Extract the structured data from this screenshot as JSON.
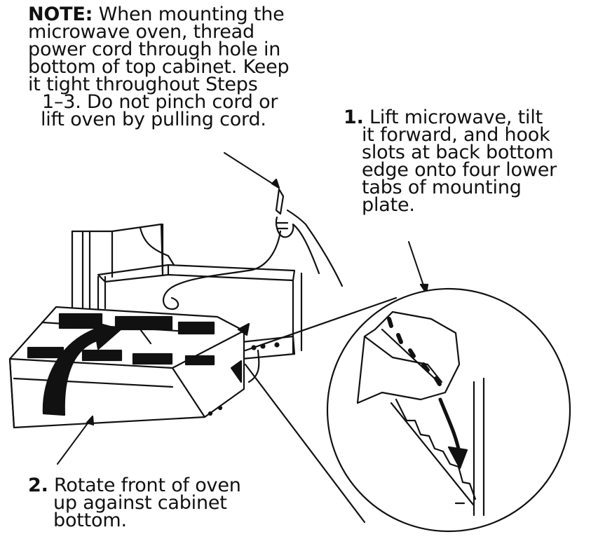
{
  "note": {
    "label": "NOTE:",
    "lines": [
      " When mounting the",
      "microwave oven, thread",
      "power cord through    hole in",
      "bottom of top cabinet. Keep",
      "it tight throughout Steps",
      " 1–3. Do not pinch cord or",
      " lift oven by pulling cord."
    ]
  },
  "step1": {
    "number": "1.",
    "lines": [
      " Lift microwave, tilt",
      "it forward, and hook",
      "slots at back bottom",
      "edge onto four lower",
      "tabs of mounting",
      "plate."
    ]
  },
  "step2": {
    "number": "2.",
    "lines": [
      " Rotate front of oven",
      "up against cabinet",
      "bottom."
    ]
  }
}
